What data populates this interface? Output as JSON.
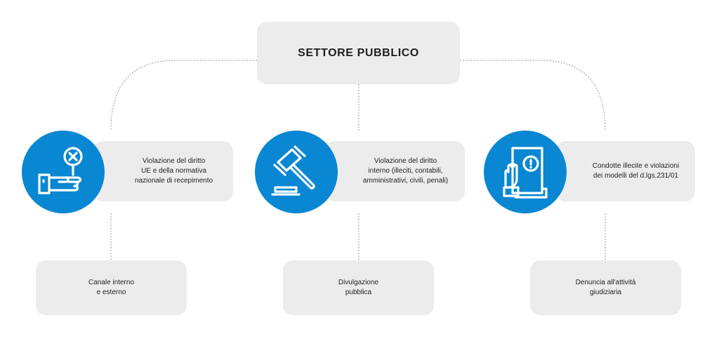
{
  "title": "SETTORE PUBBLICO",
  "colors": {
    "accent": "#0a87d2",
    "box": "#ececec",
    "connector": "#9a9a9a"
  },
  "columns": [
    {
      "icon": "hand-holding-x-sign-icon",
      "violation": "Violazione del diritto\nUE e della normativa\nnazionale di recepimento",
      "channel": "Canale interno\ne esterno"
    },
    {
      "icon": "judge-gavel-icon",
      "violation": "Violazione del diritto\ninterno (illeciti, contabili,\namministrativi, civili, penali)",
      "channel": "Divulgazione\npubblica"
    },
    {
      "icon": "hand-on-book-warning-icon",
      "violation": "Condotte illecite e violazioni\ndei modelli del d.lgs.231/01",
      "channel": "Denuncia all'attività\ngiudiziaria"
    }
  ]
}
